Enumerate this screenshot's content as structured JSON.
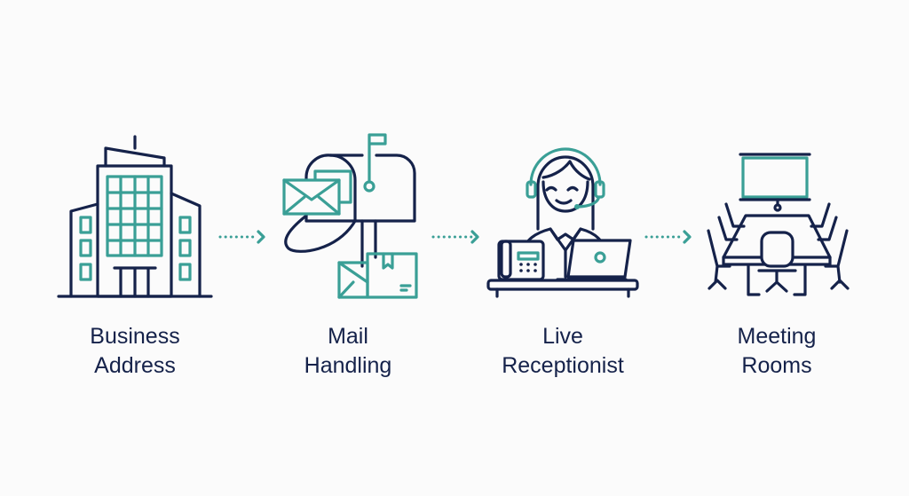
{
  "colors": {
    "primary": "#15224a",
    "accent": "#3a9f96",
    "background": "#fbfbfb"
  },
  "steps": [
    {
      "icon": "office-building-icon",
      "line1": "Business",
      "line2": "Address"
    },
    {
      "icon": "mailbox-icon",
      "line1": "Mail",
      "line2": "Handling"
    },
    {
      "icon": "receptionist-icon",
      "line1": "Live",
      "line2": "Receptionist"
    },
    {
      "icon": "meeting-room-icon",
      "line1": "Meeting",
      "line2": "Rooms"
    }
  ]
}
